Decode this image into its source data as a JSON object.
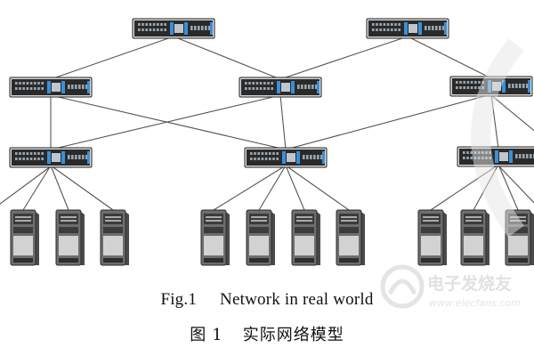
{
  "figure": {
    "caption_en": {
      "number": "Fig.1",
      "text": "Network in real world"
    },
    "caption_zh": {
      "prefix": "图",
      "number": "1",
      "text": "实际网络模型"
    }
  },
  "diagram": {
    "switches": [
      {
        "id": "core-1",
        "tier": "core"
      },
      {
        "id": "core-2",
        "tier": "core"
      },
      {
        "id": "agg-1",
        "tier": "aggregation"
      },
      {
        "id": "agg-2",
        "tier": "aggregation"
      },
      {
        "id": "agg-3",
        "tier": "aggregation"
      },
      {
        "id": "edge-1",
        "tier": "edge"
      },
      {
        "id": "edge-2",
        "tier": "edge"
      },
      {
        "id": "edge-3",
        "tier": "edge"
      }
    ],
    "servers": [
      {
        "id": "srv-1",
        "edge": "edge-1"
      },
      {
        "id": "srv-2",
        "edge": "edge-1"
      },
      {
        "id": "srv-3",
        "edge": "edge-1"
      },
      {
        "id": "srv-4",
        "edge": "edge-2"
      },
      {
        "id": "srv-5",
        "edge": "edge-2"
      },
      {
        "id": "srv-6",
        "edge": "edge-2"
      },
      {
        "id": "srv-7",
        "edge": "edge-2"
      },
      {
        "id": "srv-8",
        "edge": "edge-3"
      },
      {
        "id": "srv-9",
        "edge": "edge-3"
      },
      {
        "id": "srv-10",
        "edge": "edge-3"
      }
    ],
    "links": [
      [
        "core-1",
        "agg-1"
      ],
      [
        "core-1",
        "agg-2"
      ],
      [
        "core-2",
        "agg-2"
      ],
      [
        "core-2",
        "agg-3"
      ],
      [
        "agg-1",
        "edge-1"
      ],
      [
        "agg-1",
        "edge-2"
      ],
      [
        "agg-2",
        "edge-1"
      ],
      [
        "agg-2",
        "edge-2"
      ],
      [
        "agg-3",
        "edge-2"
      ],
      [
        "agg-3",
        "edge-3"
      ]
    ]
  },
  "watermark": {
    "logo_text": "电子发烧友",
    "url_text": "www.elecfans.com"
  },
  "colors": {
    "line": "#555555",
    "device_dark": "#2a2a2a",
    "device_led": "#3a8fd8",
    "server_body": "#6e6e6e",
    "caption_text": "#111111"
  }
}
